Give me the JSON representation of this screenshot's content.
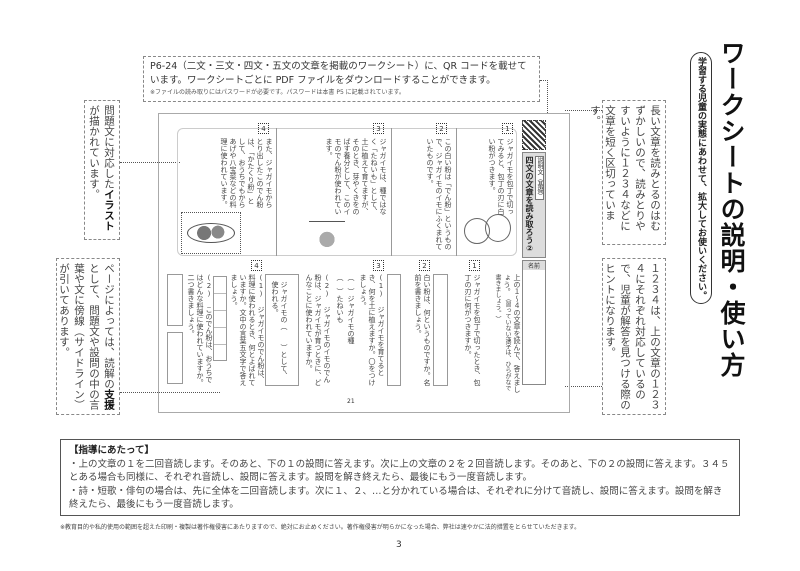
{
  "title": "ワークシートの説明・使い方",
  "subtitle": "学習する児童の実態にあわせて、拡大してお使いください。",
  "top_note": {
    "line1": "P6-24（二文・三文・四文・五文の文章を掲載のワークシート）に、QR コードを載せています。ワークシートごとに PDF ファイルをダウンロードすることができます。",
    "small": "※ファイルの読み取りにはパスワードが必要です。パスワードは本書 P5 に記載されています。"
  },
  "right_notes": [
    "長い文章を読みとるのはむずかしいので、読みとりやすいように１２３４などに文章を短く区切っています。",
    "１２３４は、上の文章の１２３４にそれぞれ対応しているので、児童が解答を見つける際のヒントになります。"
  ],
  "left_notes": [
    {
      "pre": "問題文に対応した",
      "bold": "イラスト",
      "post": "が描かれています。"
    },
    {
      "pre": "ページによっては、読解の",
      "bold": "支援",
      "post": "として、問題文や設問の中の言葉や文に傍線（サイドライン）が引いてあります。"
    }
  ],
  "worksheet": {
    "label": "説明文（基礎）",
    "title": "四文の文章を読み取ろう②",
    "name_label": "名前",
    "page": "21",
    "numbers": [
      "1",
      "2",
      "3",
      "4"
    ],
    "passages": [
      "ジャガイモを包丁で切ってみると、包丁の刃に白い粉がつきます。",
      "この白い粉は「でん粉」というもので、ジャガイモのイモにふくまれていたものです。",
      "ジャガイモは、種ではなく「たねいも」として、土に植えて育てますが、そのとき、芽やくきをのばす養分として、このイモのでん粉が使われています。",
      "また、ジャガイモからとり出したこのでん粉は、「かたくり粉」として、おうちでもからあげや八宝菜などの料理に使われています。"
    ],
    "instruction": "上の１〜４の文章を読んで、答えましょう。",
    "instruction_sub": "（習っていない漢字は、ひらがなで書きましょう。）",
    "questions": [
      "ジャガイモを包丁で切ったとき、包丁の刃に何がつきますか。",
      "白い粉は、何というものですか。名前を書きましょう。",
      "(1) ジャガイモを育てるとき、何を土に植えますか。〇をつけましょう。",
      "（　）ジャガイモの種",
      "（　）たねいも",
      "(2) ジャガイモのイモのでん粉は、ジャガイモが育つときに、どんなことに使われていますか。",
      "ジャガイモの（　　）として、使われる。",
      "(1) ジャガイモのでん粉は、料理に使われるとき、何とよばれていますか。文中の言葉五文字で答えましょう。",
      "(2) このでん粉は、おうちではどんな料理に使われていますか。二つ書きましょう。"
    ]
  },
  "instructions": {
    "heading": "【指導にあたって】",
    "items": [
      "・上の文章の１を二回音読します。そのあと、下の１の設問に答えます。次に上の文章の２を２回音読します。そのあと、下の２の設問に答えます。３４５とある場合も同様に、それぞれ音読し、設問に答えます。設問を解き終えたら、最後にもう一度音読します。",
      "・詩・短歌・俳句の場合は、先に全体を二回音読します。次に１、２、…と分かれている場合は、それぞれに分けて音読し、設問に答えます。設問を解き終えたら、最後にもう一度音読します。"
    ]
  },
  "footer": "※教育目的や私的使用の範囲を超えた印刷・複製は著作権侵害にあたりますので、絶対にお止めください。著作権侵害が明らかになった場合、弊社は速やかに法的措置をとらせていただきます。",
  "page_number": "3"
}
